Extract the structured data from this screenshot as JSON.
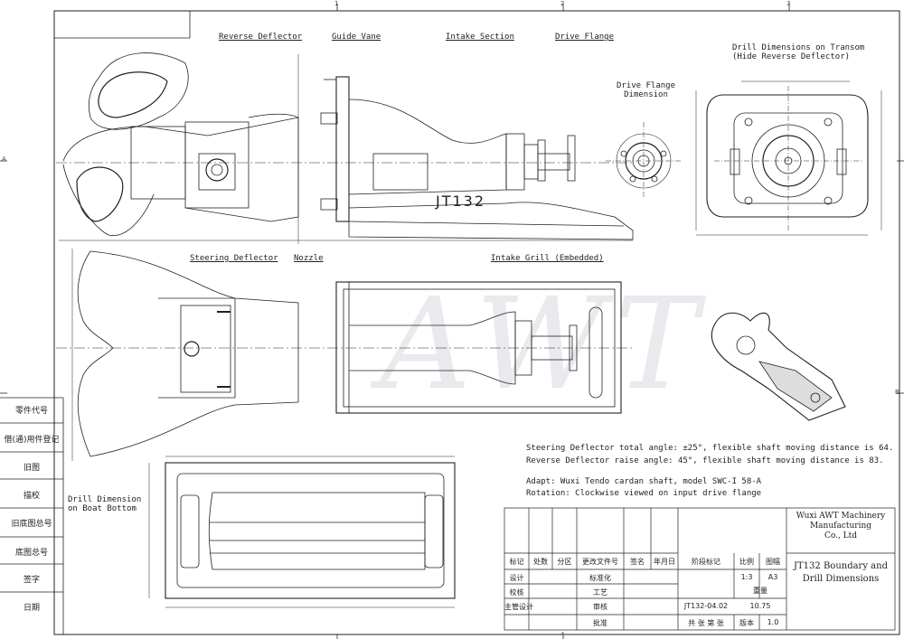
{
  "watermark": "AWT",
  "grid": {
    "top": [
      "1",
      "2",
      "3",
      "4"
    ],
    "left": [
      "A",
      "B"
    ]
  },
  "labels": {
    "reverse_deflector": "Reverse Deflector",
    "guide_vane": "Guide Vane",
    "intake_section": "Intake Section",
    "drive_flange": "Drive Flange",
    "drive_flange_dimension": "Drive Flange\nDimension",
    "drill_dimensions_transom": "Drill Dimensions on Transom\n(Hide Reverse Deflector)",
    "steering_deflector": "Steering Deflector",
    "nozzle": "Nozzle",
    "intake_grill": "Intake Grill (Embedded)",
    "drill_dimension_boat_bottom": "Drill Dimension\non Boat Bottom",
    "model_mark": "JT132"
  },
  "notes": [
    "Steering Deflector total angle: ±25°, flexible shaft moving distance is 64.",
    "Reverse Deflector raise angle: 45°, flexible shaft moving distance is 83.",
    "Adapt: Wuxi Tendo cardan shaft, model SWC-I 58-A",
    "Rotation: Clockwise viewed on input drive flange"
  ],
  "side_panel": [
    "零件代号",
    "借(通)用件登记",
    "旧图",
    "描校",
    "旧底图总号",
    "底图总号",
    "签字",
    "日期"
  ],
  "title_block": {
    "company": "Wuxi AWT Machinery\nManufacturing\nCo., Ltd",
    "drawing_title": "JT132 Boundary and\nDrill Dimensions",
    "header_cells": [
      "标记",
      "处数",
      "分区",
      "更改文件号",
      "签名",
      "年月日"
    ],
    "stage_label": "阶段标记",
    "weight_label": "重量",
    "scale_label": "比例",
    "sheet_size_label": "图幅",
    "scale": "1:3",
    "sheet_size": "A3",
    "rows": [
      {
        "left": "设计",
        "right": "标准化"
      },
      {
        "left": "校核",
        "right": "工艺"
      },
      {
        "left": "主管设计",
        "right": "审核"
      },
      {
        "left": "",
        "right": "批准"
      }
    ],
    "drawing_no": "JT132-04.02",
    "weight": "10.75",
    "total_sheets": "共 张 第 张",
    "version": "版本",
    "version_value": "1.0"
  }
}
